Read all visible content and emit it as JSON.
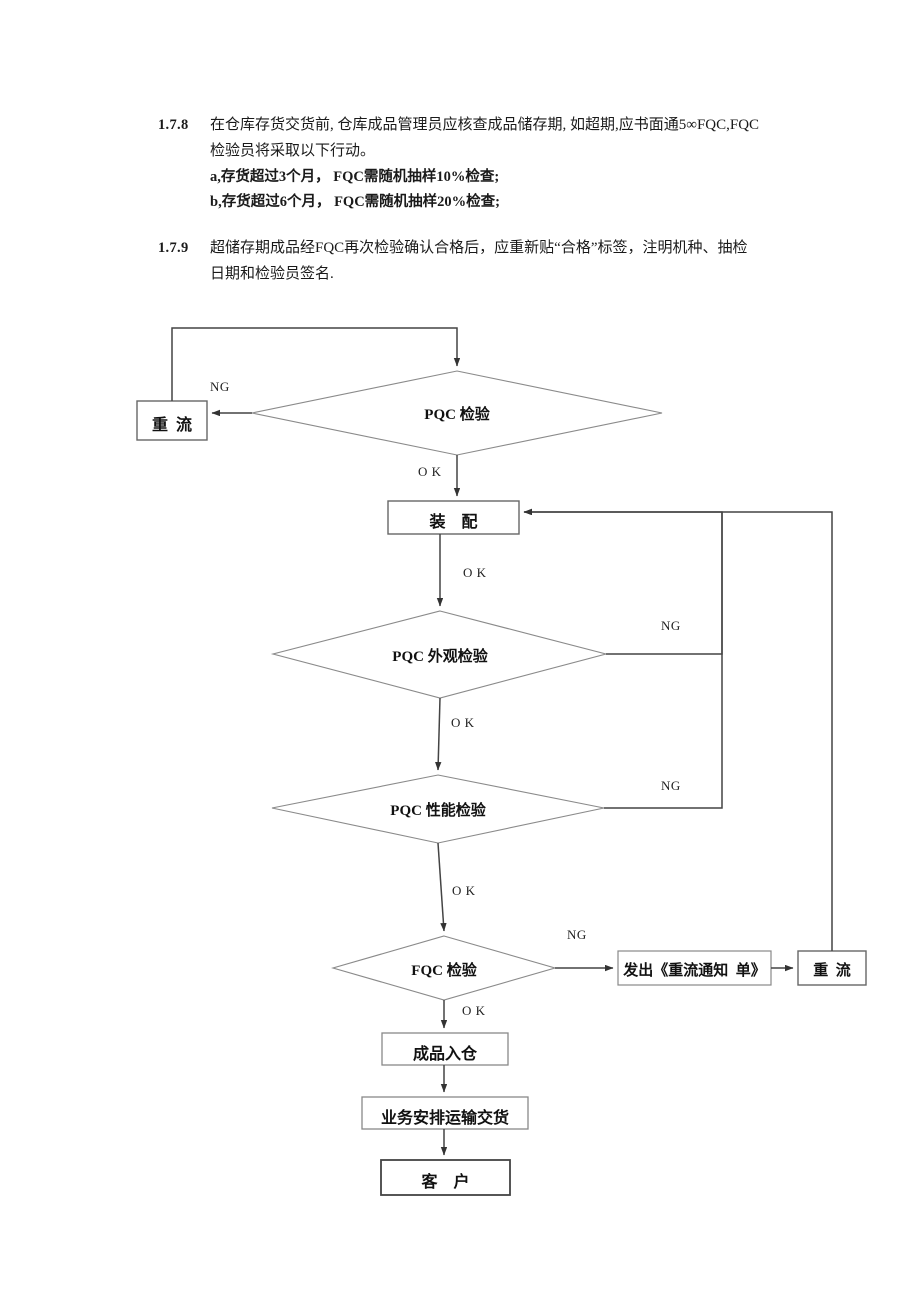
{
  "document": {
    "paragraphs": [
      {
        "number": "1.7.8",
        "lines": [
          "在仓库存货交货前, 仓库成品管理员应核查成品储存期, 如超期,应书面通5∞FQC,FQC",
          "检验员将采取以下行动。"
        ],
        "subitems": [
          "a,存货超过3个月， FQC需随机抽样10%检查;",
          "b,存货超过6个月， FQC需随机抽样20%检查;"
        ]
      },
      {
        "number": "1.7.9",
        "lines": [
          "超储存期成品经FQC再次检验确认合格后，应重新贴“合格”标签，注明机种、抽检",
          "日期和检验员签名."
        ],
        "subitems": []
      }
    ]
  },
  "flowchart": {
    "nodes": {
      "rework_top": "重  流",
      "pqc_inspect": "PQC 检验",
      "assembly": "装    配",
      "pqc_appearance": "PQC 外观检验",
      "pqc_performance": "PQC 性能检验",
      "fqc_inspect": "FQC 检验",
      "issue_notice": "发出《重流通知  单》",
      "rework_bottom": "重  流",
      "finished_goods_in": "成品入仓",
      "arrange_shipment": "业务安排运输交货",
      "customer": "客    户"
    },
    "edge_labels": {
      "ng_top": "NG",
      "ok_pqc": "O K",
      "ok_assembly": "O K",
      "ng_appearance": "NG",
      "ok_appearance": "O K",
      "ng_performance": "NG",
      "ok_performance": "O K",
      "ng_fqc": "NG",
      "ok_fqc": "O K"
    },
    "colors": {
      "stroke": "#555555",
      "arrow": "#333333",
      "box_border": "#6a6a6a"
    }
  }
}
